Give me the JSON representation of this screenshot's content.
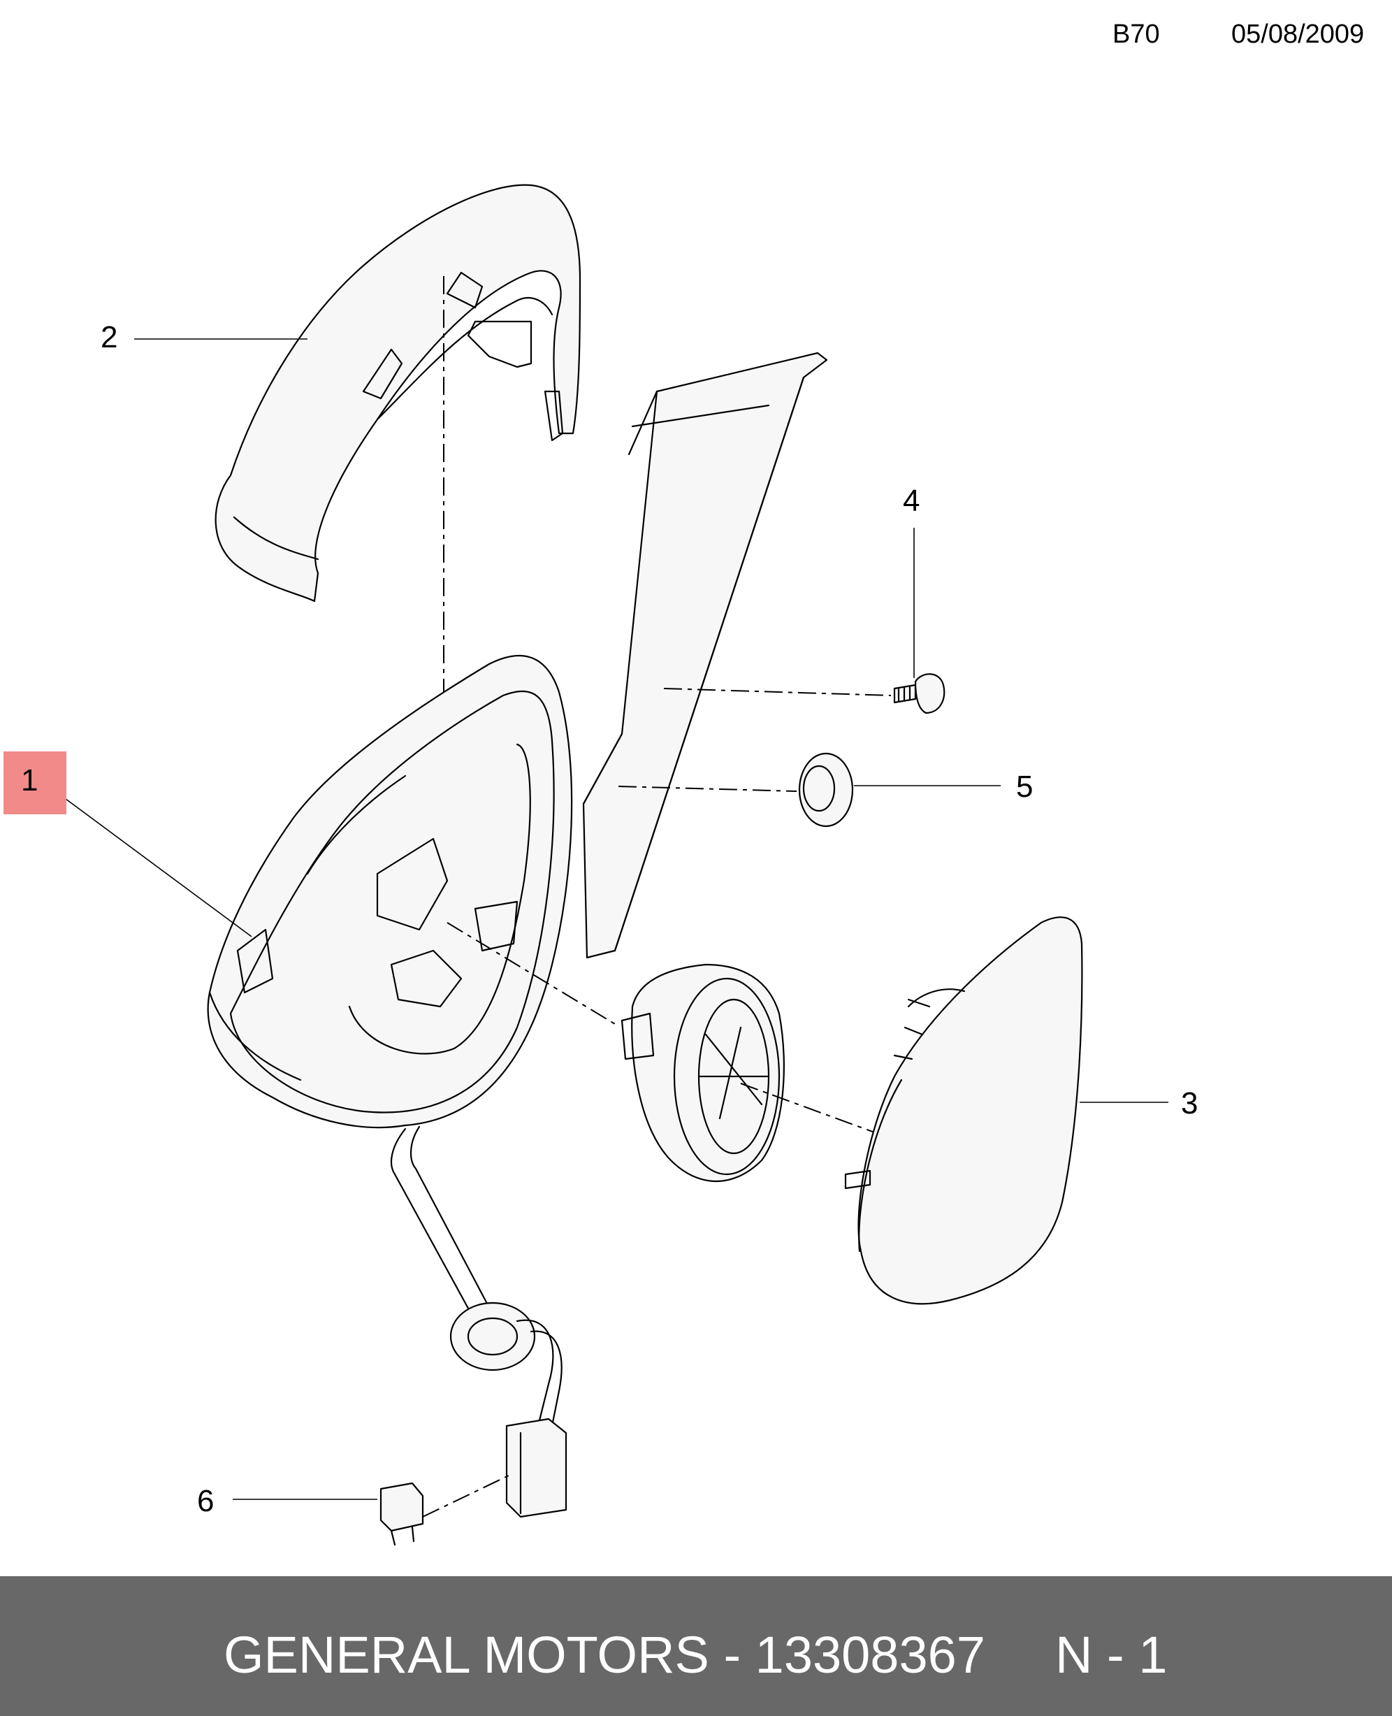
{
  "header": {
    "diagram_code": "B70",
    "date": "05/08/2009"
  },
  "callouts": {
    "c1": "1",
    "c2": "2",
    "c3": "3",
    "c4": "4",
    "c5": "5",
    "c6": "6"
  },
  "highlight_color": "#f28a8a",
  "footer": {
    "title": "GENERAL MOTORS - 13308367",
    "quantity": "N - 1",
    "background_color": "#686868"
  }
}
